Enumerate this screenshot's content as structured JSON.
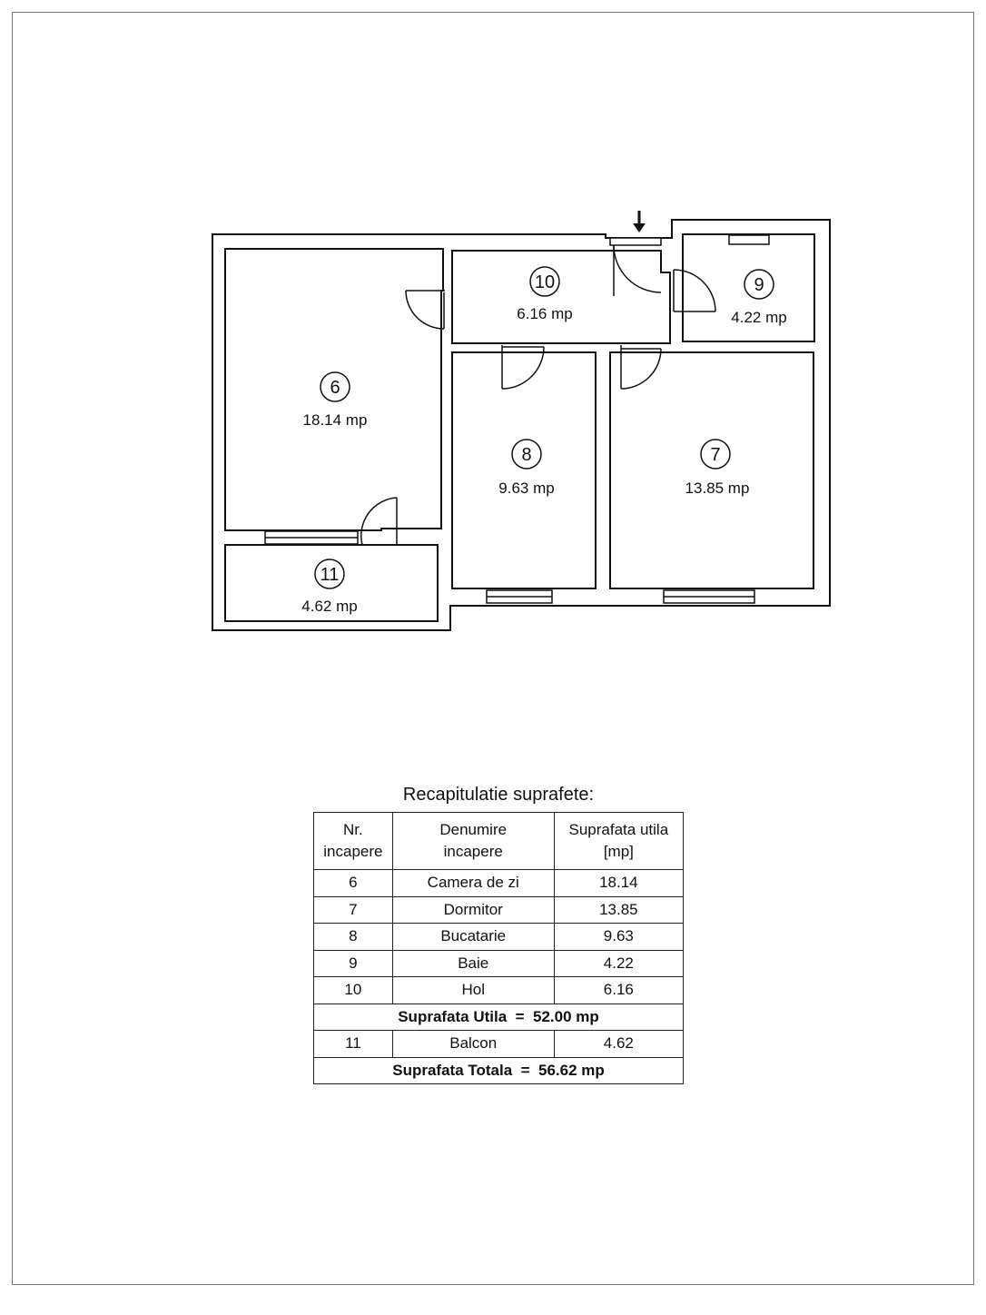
{
  "rooms": [
    {
      "number": "6",
      "area": "18.14 mp"
    },
    {
      "number": "7",
      "area": "13.85 mp"
    },
    {
      "number": "8",
      "area": "9.63 mp"
    },
    {
      "number": "9",
      "area": "4.22 mp"
    },
    {
      "number": "10",
      "area": "6.16 mp"
    },
    {
      "number": "11",
      "area": "4.62 mp"
    }
  ],
  "summary": {
    "title": "Recapitulatie suprafete:",
    "headers": [
      "Nr.\nincapere",
      "Denumire\nincapere",
      "Suprafata utila\n[mp]"
    ],
    "rows": [
      [
        "6",
        "Camera de zi",
        "18.14"
      ],
      [
        "7",
        "Dormitor",
        "13.85"
      ],
      [
        "8",
        "Bucatarie",
        "9.63"
      ],
      [
        "9",
        "Baie",
        "4.22"
      ],
      [
        "10",
        "Hol",
        "6.16"
      ]
    ],
    "subtotal": "Suprafata Utila  =  52.00 mp",
    "balcony_row": [
      "11",
      "Balcon",
      "4.62"
    ],
    "total": "Suprafata Totala  =  56.62 mp"
  }
}
